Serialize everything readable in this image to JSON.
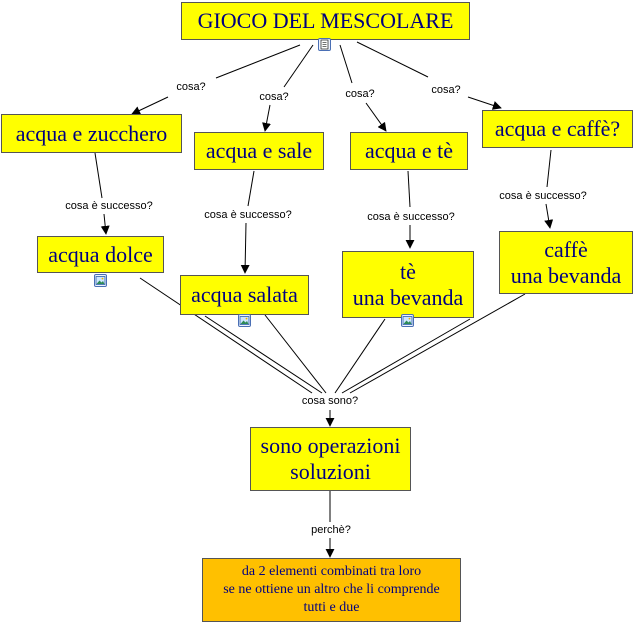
{
  "nodes": {
    "title": "GIOCO DEL MESCOLARE",
    "water_sugar": "acqua e zucchero",
    "water_salt": "acqua e sale",
    "water_tea": "acqua e tè",
    "water_coffee": "acqua e caffè?",
    "sweet_water": "acqua dolce",
    "salty_water": "acqua salata",
    "tea_line1": "tè",
    "tea_line2": "una bevanda",
    "coffee_line1": "caffè",
    "coffee_line2": "una bevanda",
    "ops_line1": "sono operazioni",
    "ops_line2": "soluzioni",
    "result_line1": "da 2 elementi combinati tra loro",
    "result_line2": "se ne ottiene un altro che li comprende",
    "result_line3": "tutti e due"
  },
  "links": {
    "what_1": "cosa?",
    "what_2": "cosa?",
    "what_3": "cosa?",
    "what_4": "cosa?",
    "happened_1": "cosa è successo?",
    "happened_2": "cosa è successo?",
    "happened_3": "cosa è successo?",
    "happened_4": "cosa è successo?",
    "what_are": "cosa sono?",
    "why": "perchè?"
  },
  "icons": {
    "title_badge": "document-icon",
    "image_badge": "image-icon"
  },
  "colors": {
    "concept_fill": "#ffff00",
    "result_fill": "#ffc000",
    "concept_text": "#000080",
    "line": "#000000"
  }
}
